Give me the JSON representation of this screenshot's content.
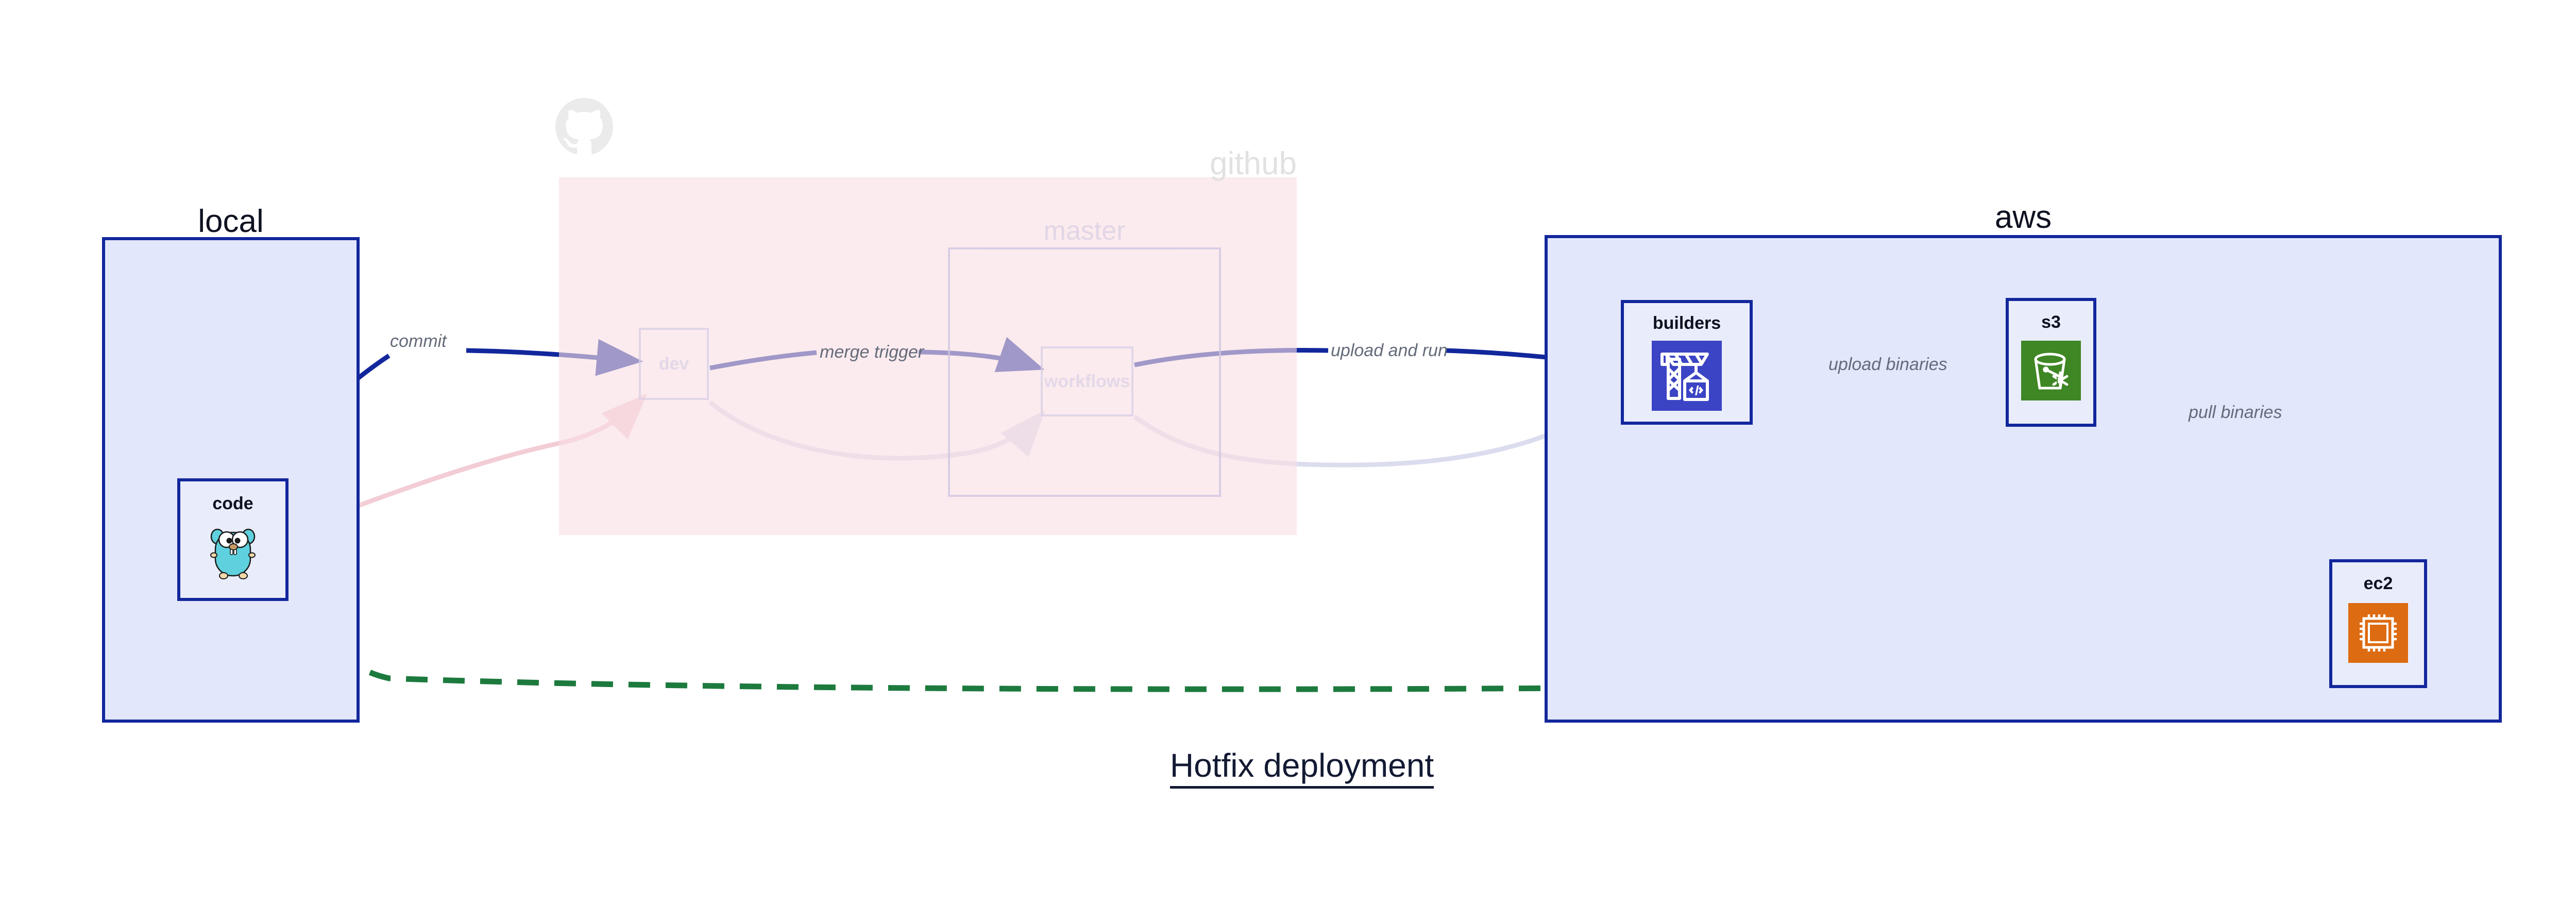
{
  "diagram": {
    "caption": "Hotfix deployment",
    "colors": {
      "cluster_border_blue": "#12279c",
      "cluster_fill_blue": "#e2e7fb",
      "cluster_fill_pink": "#f9dfe4",
      "edge_blue": "#12279c",
      "edge_green": "#1d7a3e",
      "edge_faded": "#d8dcf2",
      "edge_pink_faded": "#f5d7de",
      "label_gray": "#646b7a",
      "node_fill": "#e9edfb",
      "icon_builders": "#3b44c4",
      "icon_s3": "#3f8624",
      "icon_ec2": "#dd6b11",
      "gopher_body": "#5fd0dd",
      "github_watermark": "#dedede",
      "ghost_text": "#dcd2e6"
    },
    "clusters": [
      {
        "id": "local",
        "label": "local"
      },
      {
        "id": "github",
        "label": "github"
      },
      {
        "id": "master",
        "label": "master"
      },
      {
        "id": "aws",
        "label": "aws"
      }
    ],
    "nodes": [
      {
        "id": "code",
        "label": "code",
        "icon": "go-gopher-icon",
        "cluster": "local"
      },
      {
        "id": "dev",
        "label": "dev",
        "icon": "none",
        "cluster": "github"
      },
      {
        "id": "workflows",
        "label": "workflows",
        "icon": "none",
        "cluster": "master"
      },
      {
        "id": "builders",
        "label": "builders",
        "icon": "aws-codebuild-icon",
        "cluster": "aws"
      },
      {
        "id": "s3",
        "label": "s3",
        "icon": "aws-s3-glacier-icon",
        "cluster": "aws"
      },
      {
        "id": "ec2",
        "label": "ec2",
        "icon": "aws-ec2-chip-icon",
        "cluster": "aws"
      }
    ],
    "edges": [
      {
        "id": "commit",
        "from": "code",
        "to": "dev",
        "label": "commit",
        "style": "solid",
        "color": "#12279c"
      },
      {
        "id": "merge-trigger",
        "from": "dev",
        "to": "workflows",
        "label": "merge trigger",
        "style": "solid",
        "color": "#12279c"
      },
      {
        "id": "upload-and-run",
        "from": "workflows",
        "to": "builders",
        "label": "upload and run",
        "style": "solid",
        "color": "#12279c"
      },
      {
        "id": "upload-binaries",
        "from": "builders",
        "to": "s3",
        "label": "upload binaries",
        "style": "solid",
        "color": "#12279c"
      },
      {
        "id": "pull-binaries",
        "from": "s3",
        "to": "ec2",
        "label": "pull binaries",
        "style": "solid",
        "color": "#12279c"
      },
      {
        "id": "hotfix-direct",
        "from": "code",
        "to": "ec2",
        "label": "",
        "style": "dashed",
        "color": "#1d7a3e"
      },
      {
        "id": "faded-code-dev",
        "from": "code",
        "to": "dev",
        "label": "",
        "style": "faded-solid",
        "color": "#f5d7de"
      },
      {
        "id": "faded-dev-workflows",
        "from": "dev",
        "to": "workflows",
        "label": "",
        "style": "faded-solid",
        "color": "#ddd9ec"
      },
      {
        "id": "faded-workflows-builders",
        "from": "workflows",
        "to": "builders",
        "label": "",
        "style": "faded-solid",
        "color": "#dfe2f5"
      }
    ]
  }
}
